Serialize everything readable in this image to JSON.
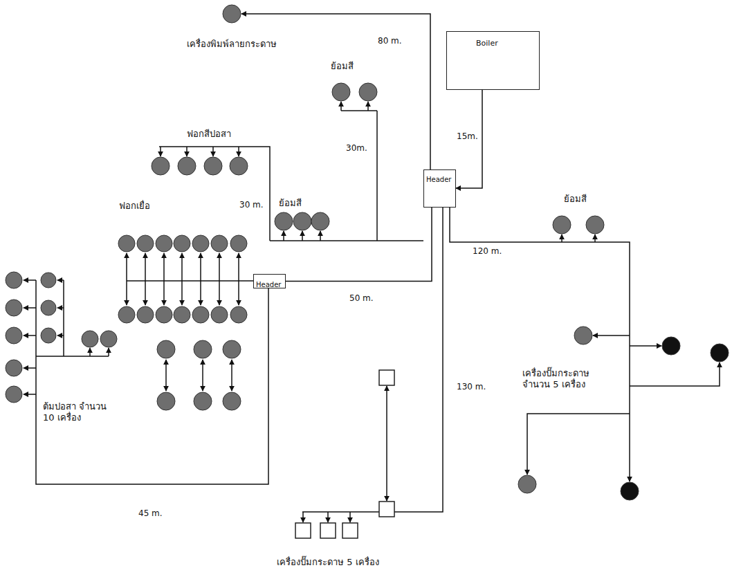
{
  "diagram": {
    "nodes": [
      {
        "text": [
          "เครื่องพิมพ์ลายกระดาษ"
        ]
      },
      {
        "text": [
          "Boiler"
        ]
      },
      {
        "text": [
          "Header"
        ]
      },
      {
        "text": [
          "Header"
        ]
      }
    ],
    "edges": [
      {
        "from": 1,
        "to": 2,
        "label": "15m.",
        "arrow": "to"
      },
      {
        "from": 2,
        "to": 0,
        "label": "80 m.",
        "arrow": "to"
      },
      {
        "from": 2,
        "to": 3,
        "label": "50 m.",
        "arrow": "none"
      }
    ],
    "labels": [
      "ย้อมสี",
      "ฟอกสีปอสา",
      "ย้อมสี",
      "30m.",
      "30 m.",
      "ย้อมสี",
      "120 m.",
      "ฟอกเยื่อ",
      "130 m.",
      "เครื่องปั๊มกระดาษ จำนวน 5 เครื่อง",
      "ต้มปอสา จำนวน 10 เครื่อง",
      "45 m.",
      "เครื่องปั๊มกระดาษ 5 เครื่อง"
    ]
  }
}
